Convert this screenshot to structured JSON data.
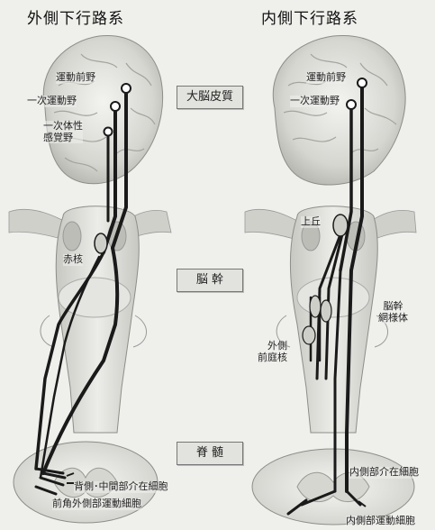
{
  "titles": {
    "left": "外側下行路系",
    "right": "内側下行路系"
  },
  "stages": {
    "cortex": "大脳皮質",
    "brainstem": "脳 幹",
    "spinal_cord": "脊 髄"
  },
  "left_labels": {
    "premotor": "運動前野",
    "primary_motor": "一次運動野",
    "somatosensory": "一次体性\n感覚野",
    "red_nucleus": "赤核",
    "dorsolateral_interneurons": "背側･中間部介在細胞",
    "lateral_motor_neurons": "前角外側部運動細胞"
  },
  "right_labels": {
    "premotor": "運動前野",
    "primary_motor": "一次運動野",
    "superior_colliculus": "上丘",
    "reticular_formation": "脳幹\n網様体",
    "vestibular_nucleus": "外側\n前庭核",
    "medial_interneurons": "内側部介在細胞",
    "medial_motor_neurons": "内側部運動細胞"
  },
  "colors": {
    "background": "#efefec",
    "tissue": "#d8d8d4",
    "tissue_dark": "#bdbdb8",
    "pathway": "#1a1a1a"
  }
}
